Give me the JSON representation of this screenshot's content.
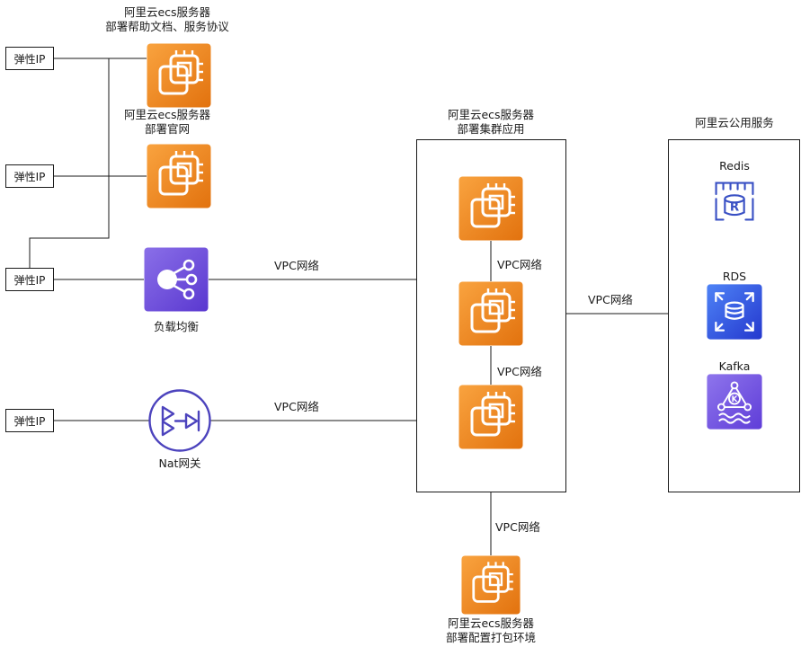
{
  "palette": {
    "ecs_orange_light": "#F9A33F",
    "ecs_orange_dark": "#E2720E",
    "slb_purple_light": "#8A6FE8",
    "slb_purple_dark": "#5A38D0",
    "kafka_purple_light": "#8E75EC",
    "kafka_purple_dark": "#5F3DD8",
    "rds_blue_light": "#4E83F6",
    "rds_blue_dark": "#2438CE",
    "redis_indigo": "#3950C4",
    "nat_indigo": "#4C43BD",
    "line_color": "#1a1a1a"
  },
  "diagram": {
    "elastic_ip_label": "弹性IP",
    "nodes": {
      "ecs_help": {
        "line1": "阿里云ecs服务器",
        "line2": "部署帮助文档、服务协议"
      },
      "ecs_site": {
        "line1": "阿里云ecs服务器",
        "line2": "部署官网"
      },
      "slb": {
        "label": "负载均衡"
      },
      "nat": {
        "label": "Nat网关"
      },
      "cluster": {
        "line1": "阿里云ecs服务器",
        "line2": "部署集群应用"
      },
      "public": {
        "title": "阿里云公用服务",
        "services": [
          {
            "label": "Redis"
          },
          {
            "label": "RDS"
          },
          {
            "label": "Kafka"
          }
        ]
      },
      "builder": {
        "line1": "阿里云ecs服务器",
        "line2": "部署配置打包环境"
      }
    },
    "edge_labels": {
      "slb_to_cluster": "VPC网络",
      "nat_to_cluster": "VPC网络",
      "cluster_inner_top": "VPC网络",
      "cluster_inner_bottom": "VPC网络",
      "cluster_to_public": "VPC网络",
      "cluster_to_builder": "VPC网络"
    },
    "icon_letters": {
      "redis": "R",
      "kafka": "K"
    }
  }
}
